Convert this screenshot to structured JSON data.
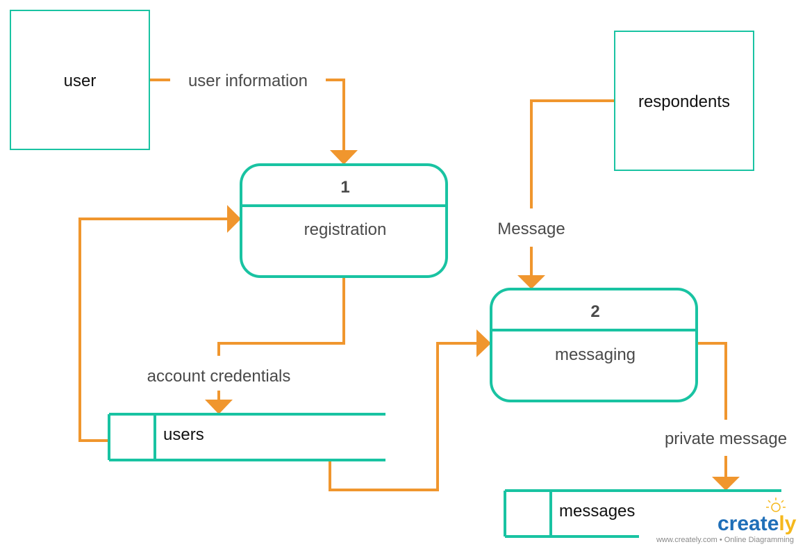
{
  "entities": {
    "user": "user",
    "respondents": "respondents"
  },
  "processes": {
    "registration": {
      "number": "1",
      "name": "registration"
    },
    "messaging": {
      "number": "2",
      "name": "messaging"
    }
  },
  "stores": {
    "users": "users",
    "messages": "messages"
  },
  "flows": {
    "user_information": "user information",
    "account_credentials": "account credentials",
    "message": "Message",
    "private_message": "private message"
  },
  "watermark": {
    "brand_main": "creat",
    "brand_tail": "ly",
    "brand_e": "e",
    "tagline": "www.creately.com • Online Diagramming"
  },
  "colors": {
    "shape_stroke": "#19c3a2",
    "flow": "#f0962e",
    "brand_blue": "#1f6fb8",
    "brand_yellow": "#f5b81c"
  }
}
